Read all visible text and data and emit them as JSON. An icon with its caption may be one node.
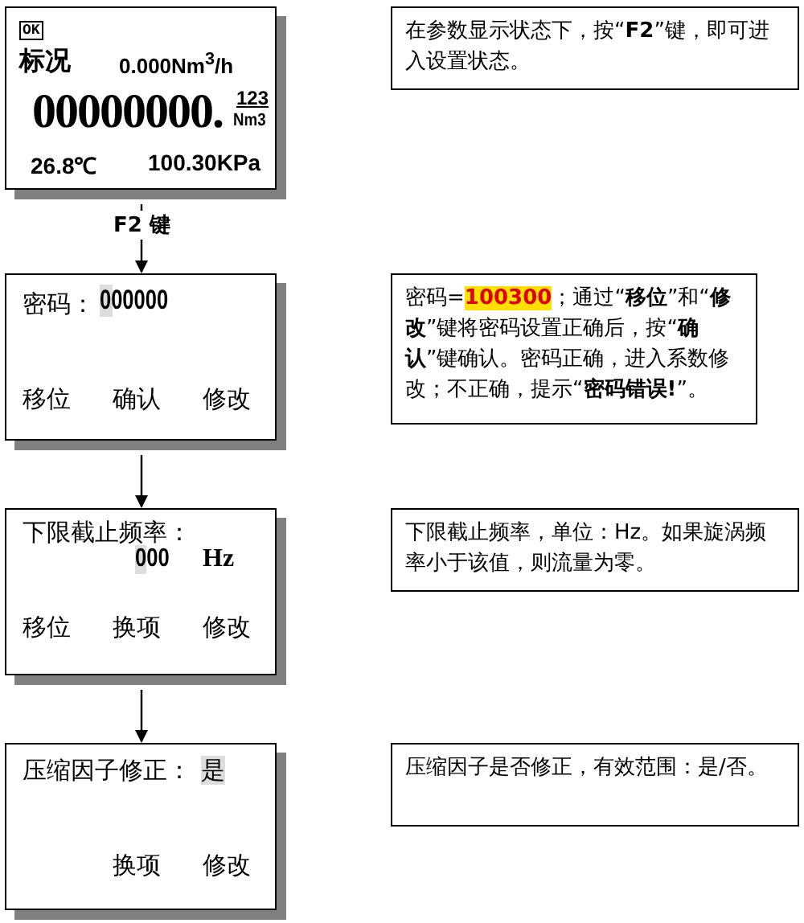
{
  "diagram": {
    "nodes": [
      {
        "text": [
          "OK",
          "标况",
          "0.000Nm$^{3}$/h",
          "00000000.",
          "123",
          "Nm3",
          "26.8℃",
          "100.30KPa"
        ]
      },
      {
        "text": [
          "在参数显示状态下，按“**F2**”键，即可进入设置状态。"
        ]
      },
      {
        "text": [
          "密码：",
          "000000",
          "移位",
          "确认",
          "修改"
        ]
      },
      {
        "text": [
          "密码=**100300**；通过“**移位**”和“**修改**”键将密码设置正确后，按“**确认**”键确认。密码正确，进入系数修改；不正确，提示“**密码错误!**”。"
        ]
      },
      {
        "text": [
          "下限截止频率：",
          "000",
          "Hz",
          "移位",
          "换项",
          "修改"
        ]
      },
      {
        "text": [
          "下限截止频率，单位：Hz。如果旋涡频率小于该值，则流量为零。"
        ]
      },
      {
        "text": [
          "压缩因子修正：",
          "是",
          "换项",
          "修改"
        ]
      },
      {
        "text": [
          "压缩因子是否修正，有效范围：是/否。"
        ]
      }
    ],
    "edges": [
      {
        "from": 0,
        "to": 2,
        "arrow": "to",
        "label": "F2 键"
      },
      {
        "from": 2,
        "to": 4,
        "arrow": "to"
      },
      {
        "from": 4,
        "to": 6,
        "arrow": "to"
      }
    ]
  }
}
